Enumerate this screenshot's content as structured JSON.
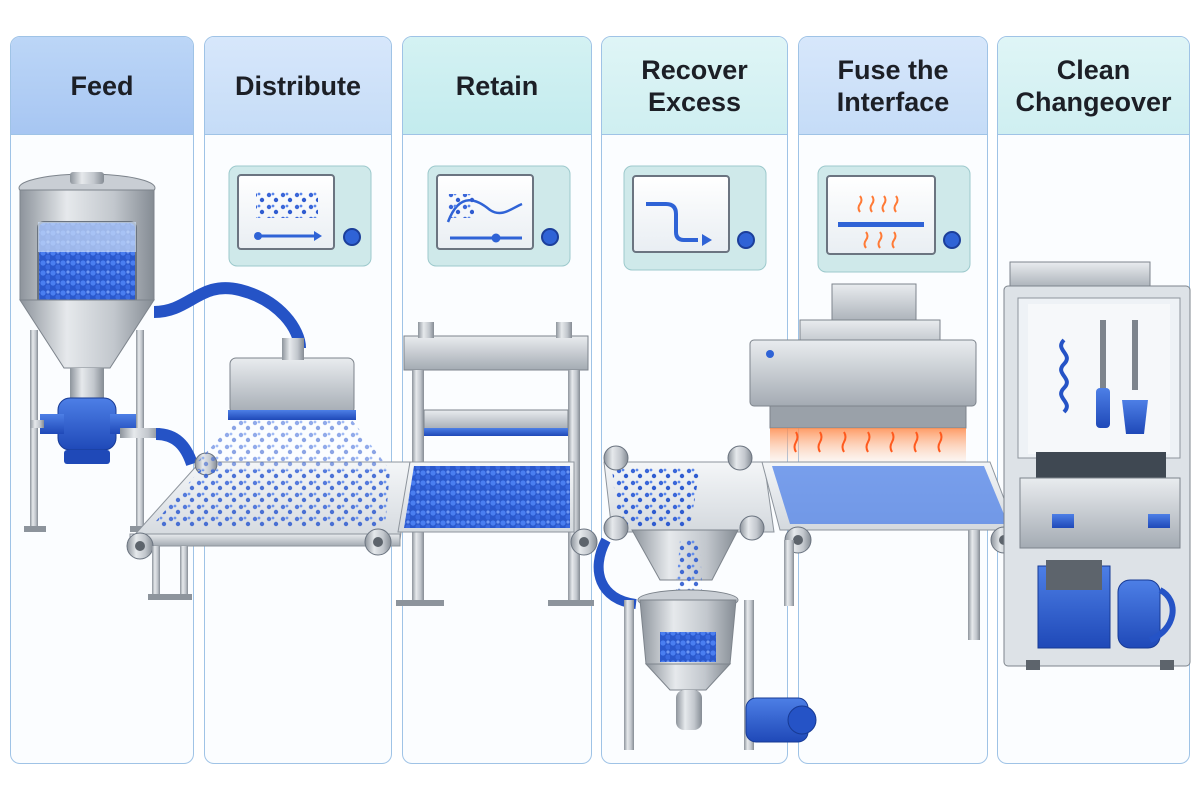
{
  "steps": [
    {
      "label": "Feed",
      "theme": "blue",
      "icon": "hopper-icon"
    },
    {
      "label": "Distribute",
      "theme": "lightblue",
      "icon": "distribute-display-icon"
    },
    {
      "label": "Retain",
      "theme": "teal",
      "icon": "retain-display-icon"
    },
    {
      "label": "Recover\nExcess",
      "theme": "lteal",
      "icon": "recover-display-icon"
    },
    {
      "label": "Fuse the\nInterface",
      "theme": "lightblue",
      "icon": "fuse-display-icon"
    },
    {
      "label": "Clean\nChangeover",
      "theme": "lteal",
      "icon": "cabinet-icon"
    }
  ],
  "colors": {
    "accent_blue": "#2f63d6",
    "steel": "#b9bfc6",
    "heat": "#ff6a2a",
    "panel_border": "#9fc3e6"
  }
}
